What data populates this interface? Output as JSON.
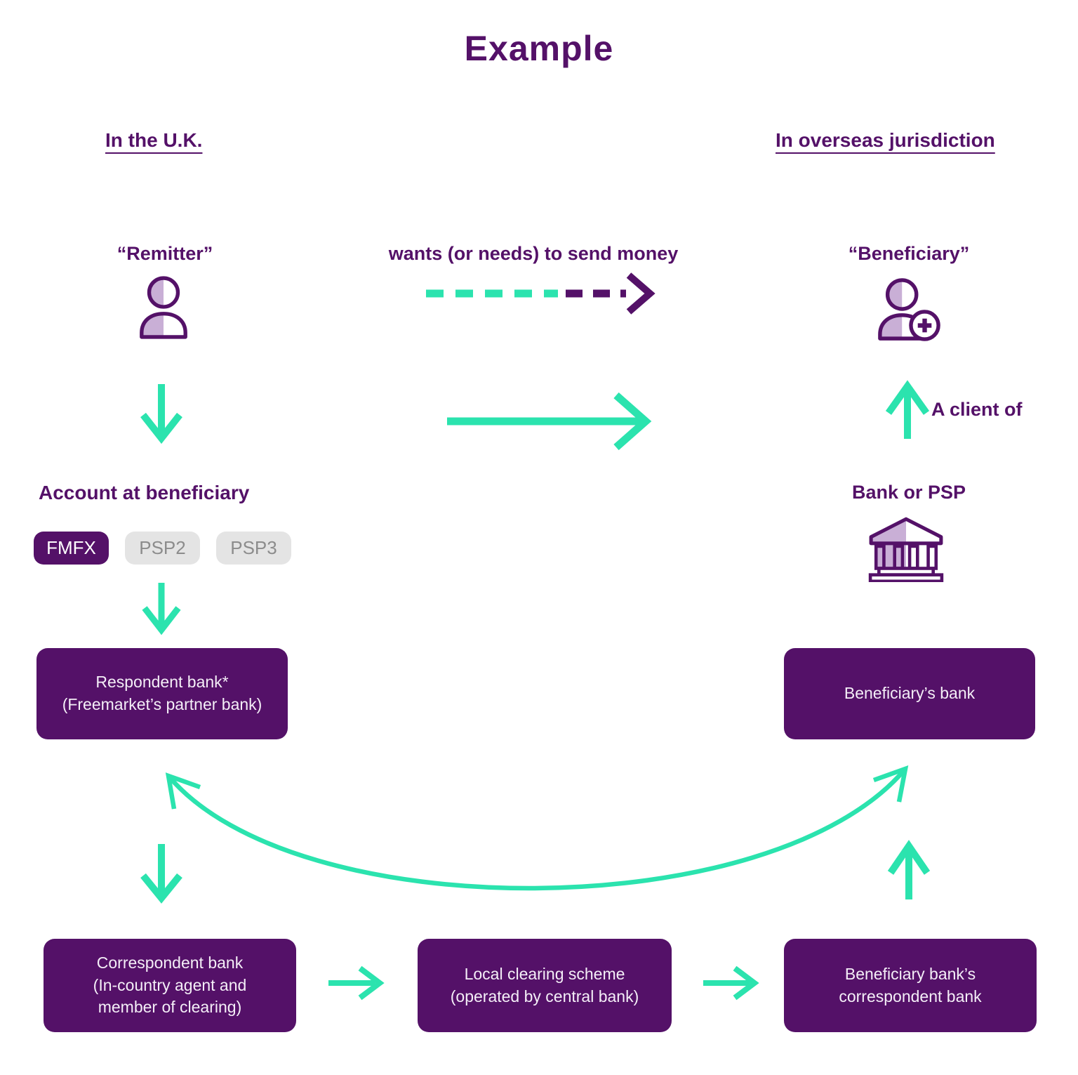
{
  "title": "Example",
  "headers": {
    "uk": "In the U.K.",
    "overseas": "In overseas jurisdiction"
  },
  "flow": {
    "remitter": "“Remitter”",
    "send_money": "wants (or needs) to send money",
    "beneficiary": "“Beneficiary”",
    "client_of": "A client of",
    "account_at_beneficiary": "Account at beneficiary",
    "bank_or_psp": "Bank or PSP"
  },
  "pills": [
    {
      "label": "FMFX",
      "active": true
    },
    {
      "label": "PSP2",
      "active": false
    },
    {
      "label": "PSP3",
      "active": false
    }
  ],
  "boxes": {
    "respondent_bank": "Respondent bank*\n(Freemarket’s partner bank)",
    "beneficiarys_bank": "Beneficiary’s bank",
    "correspondent_bank": "Correspondent bank\n(In-country agent and\nmember of clearing)",
    "local_clearing": "Local clearing scheme\n(operated by central bank)",
    "beneficiary_correspondent": "Beneficiary bank’s\ncorrespondent bank"
  },
  "icons": {
    "remitter": "person-icon",
    "beneficiary": "person-plus-icon",
    "bank": "bank-building-icon"
  },
  "colors": {
    "purple": "#541168",
    "light_purple": "#C9AFD6",
    "teal": "#2BE3AE",
    "pill_gray_bg": "#E4E4E4",
    "pill_gray_text": "#8C8C8C"
  }
}
